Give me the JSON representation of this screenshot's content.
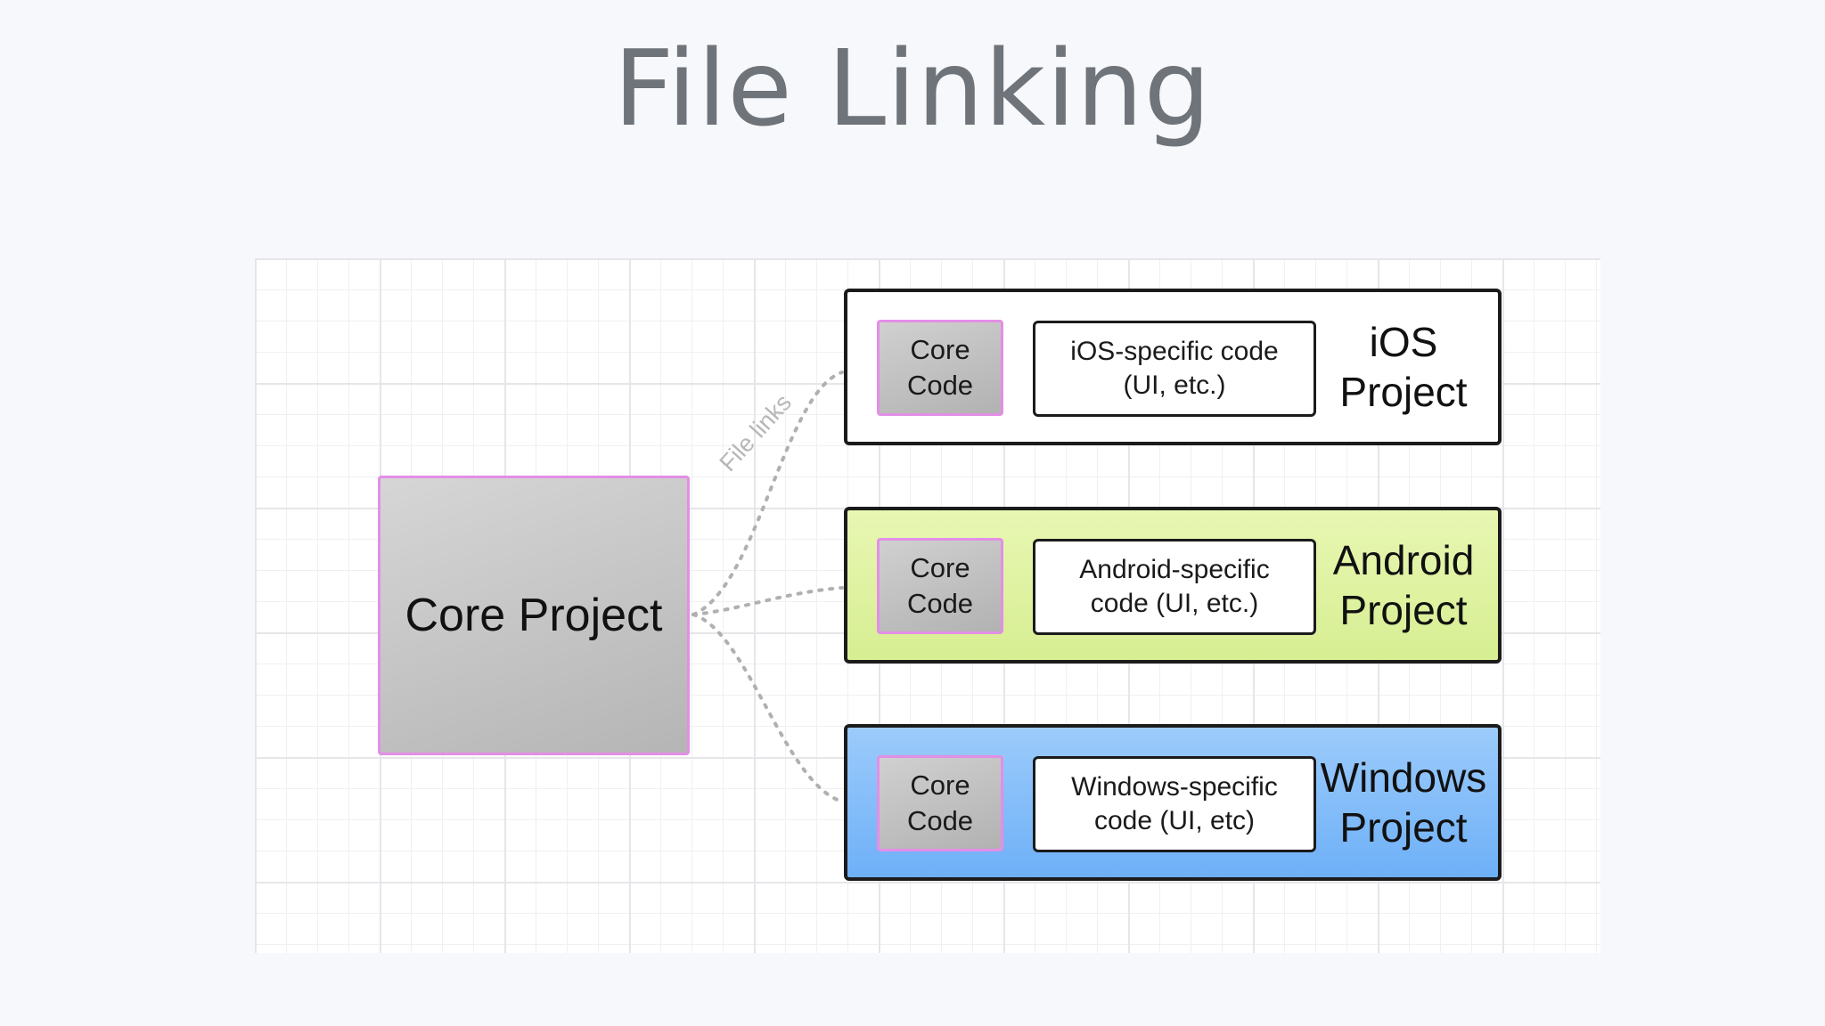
{
  "title": "File Linking",
  "diagram": {
    "core_project": "Core Project",
    "link_label": "File links",
    "platforms": [
      {
        "key": "ios",
        "core_code": [
          "Core",
          "Code"
        ],
        "specific": [
          "iOS-specific code",
          "(UI, etc.)"
        ],
        "label": [
          "iOS",
          "Project"
        ],
        "color": "#ffffff"
      },
      {
        "key": "android",
        "core_code": [
          "Core",
          "Code"
        ],
        "specific": [
          "Android-specific",
          "code (UI, etc.)"
        ],
        "label": [
          "Android",
          "Project"
        ],
        "color": "#dcf09e"
      },
      {
        "key": "windows",
        "core_code": [
          "Core",
          "Code"
        ],
        "specific": [
          "Windows-specific",
          "code (UI, etc)"
        ],
        "label": [
          "Windows",
          "Project"
        ],
        "color": "#7fb9f8"
      }
    ],
    "colors": {
      "core_border": "#e38ee6",
      "core_fill": "#c0c0c0",
      "link_line": "#b0b0b0",
      "arrow": "#9a9a9a"
    }
  }
}
